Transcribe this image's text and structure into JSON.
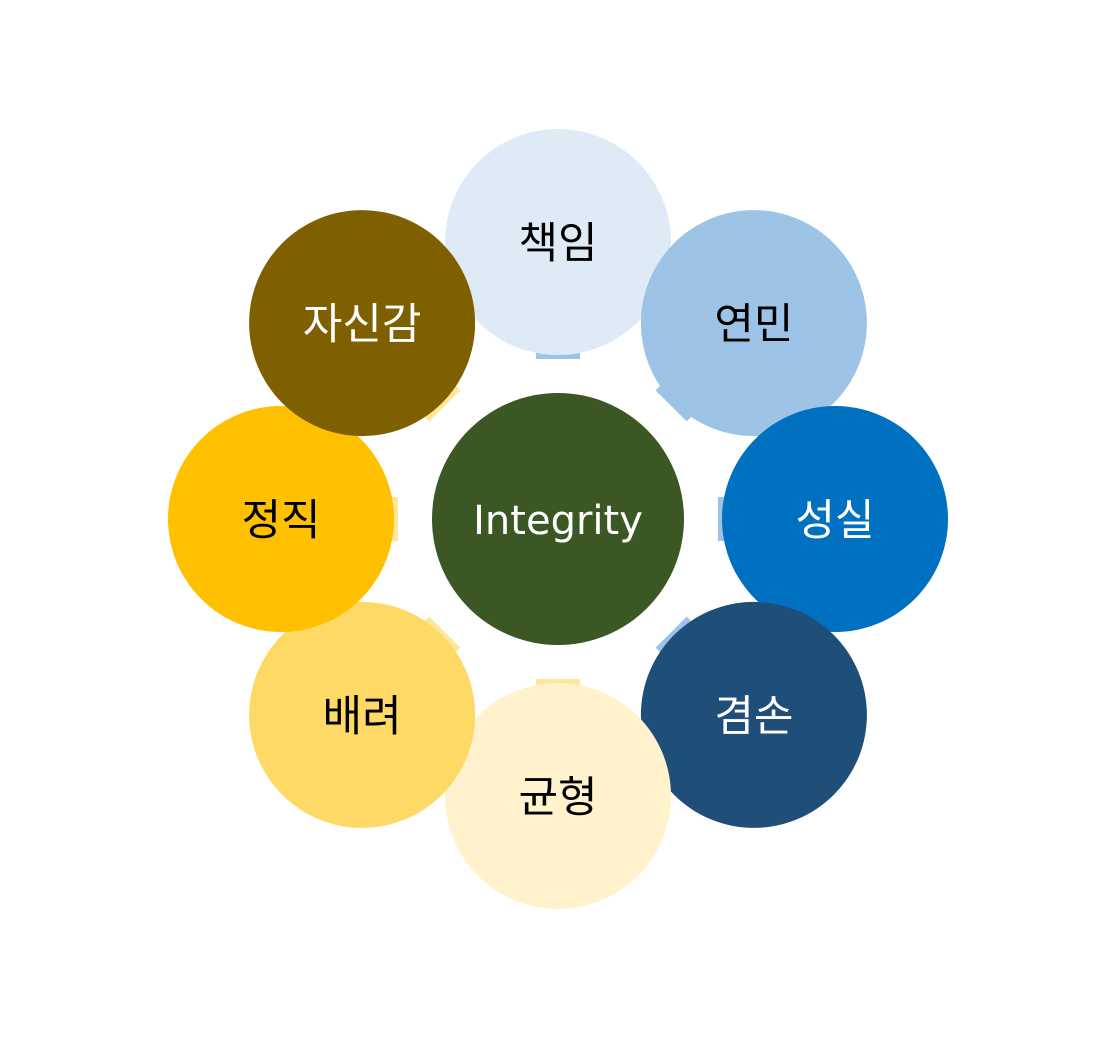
{
  "center": {
    "label": "Integrity",
    "fill": "#3b5724",
    "text_color": "#ffffff"
  },
  "nodes": [
    {
      "id": "responsibility",
      "label": "책임",
      "fill": "#deebf7",
      "text_color": "#000000",
      "arrow_color": "#9dc3e6"
    },
    {
      "id": "compassion",
      "label": "연민",
      "fill": "#9dc3e6",
      "text_color": "#000000",
      "arrow_color": "#9dc3e6"
    },
    {
      "id": "sincerity",
      "label": "성실",
      "fill": "#0070c0",
      "text_color": "#ffffff",
      "arrow_color": "#9dc3e6"
    },
    {
      "id": "humility",
      "label": "겸손",
      "fill": "#1f4e79",
      "text_color": "#ffffff",
      "arrow_color": "#9dc3e6"
    },
    {
      "id": "balance",
      "label": "균형",
      "fill": "#fff2cc",
      "text_color": "#000000",
      "arrow_color": "#ffe699"
    },
    {
      "id": "consideration",
      "label": "배려",
      "fill": "#ffd966",
      "text_color": "#000000",
      "arrow_color": "#ffe699"
    },
    {
      "id": "honesty",
      "label": "정직",
      "fill": "#ffc000",
      "text_color": "#000000",
      "arrow_color": "#ffe699"
    },
    {
      "id": "confidence",
      "label": "자신감",
      "fill": "#7f6000",
      "text_color": "#ffffff",
      "arrow_color": "#ffe699"
    }
  ]
}
